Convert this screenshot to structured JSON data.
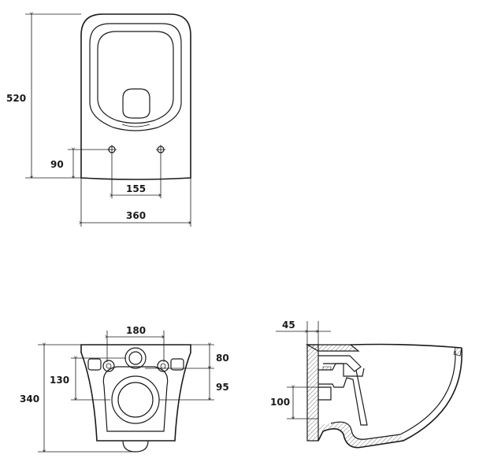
{
  "top_view": {
    "dims": {
      "length": "520",
      "height_holes": "90",
      "hole_spacing": "155",
      "width": "360"
    }
  },
  "rear_view": {
    "dims": {
      "spacing": "180",
      "upper": "80",
      "lower": "95",
      "left": "130",
      "total_height": "340"
    }
  },
  "side_view": {
    "dims": {
      "wall": "45",
      "height": "100"
    }
  }
}
